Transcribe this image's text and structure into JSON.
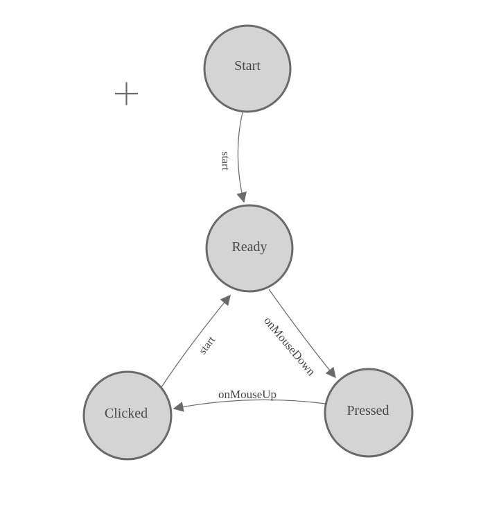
{
  "diagram": {
    "type": "state-machine",
    "background_color": "#ffffff",
    "colors": {
      "node_fill": "#d4d4d4",
      "node_stroke": "#6a6a6a",
      "edge_stroke": "#6f6f6f",
      "arrow_fill": "#6a6a6a",
      "text": "#4a4a4a"
    },
    "icons": {
      "crosshair": "+"
    },
    "nodes": [
      {
        "id": "start",
        "label": "Start"
      },
      {
        "id": "ready",
        "label": "Ready"
      },
      {
        "id": "clicked",
        "label": "Clicked"
      },
      {
        "id": "pressed",
        "label": "Pressed"
      }
    ],
    "edges": [
      {
        "from": "Start",
        "to": "Ready",
        "label": "start"
      },
      {
        "from": "Clicked",
        "to": "Ready",
        "label": "start"
      },
      {
        "from": "Ready",
        "to": "Pressed",
        "label": "onMouseDown"
      },
      {
        "from": "Pressed",
        "to": "Clicked",
        "label": "onMouseUp"
      }
    ]
  }
}
